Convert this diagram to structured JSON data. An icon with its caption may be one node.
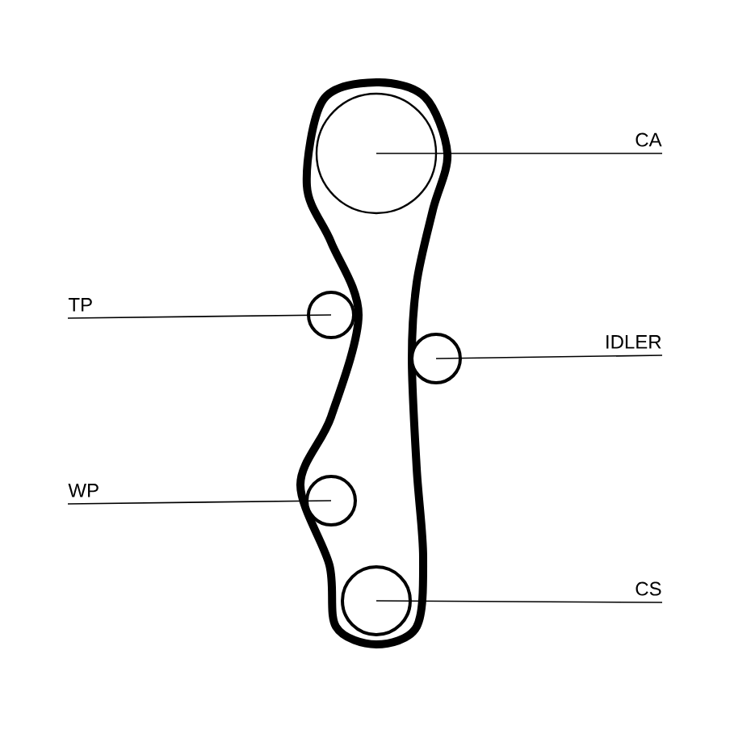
{
  "diagram": {
    "nodes": [
      {
        "text": [],
        "shape": "circle"
      },
      {
        "text": [],
        "shape": "circle"
      },
      {
        "text": [],
        "shape": "circle"
      },
      {
        "text": [],
        "shape": "circle"
      },
      {
        "text": [],
        "shape": "circle"
      },
      {
        "text": [
          "CA"
        ]
      },
      {
        "text": [
          "TP"
        ]
      },
      {
        "text": [
          "IDLER"
        ]
      },
      {
        "text": [
          "WP"
        ]
      },
      {
        "text": [
          "CS"
        ]
      }
    ],
    "edges": [
      {
        "from": 5,
        "to": 0,
        "arrow": "none"
      },
      {
        "from": 6,
        "to": 1,
        "arrow": "none"
      },
      {
        "from": 7,
        "to": 2,
        "arrow": "none"
      },
      {
        "from": 8,
        "to": 3,
        "arrow": "none"
      },
      {
        "from": 9,
        "to": 4,
        "arrow": "none"
      }
    ]
  }
}
